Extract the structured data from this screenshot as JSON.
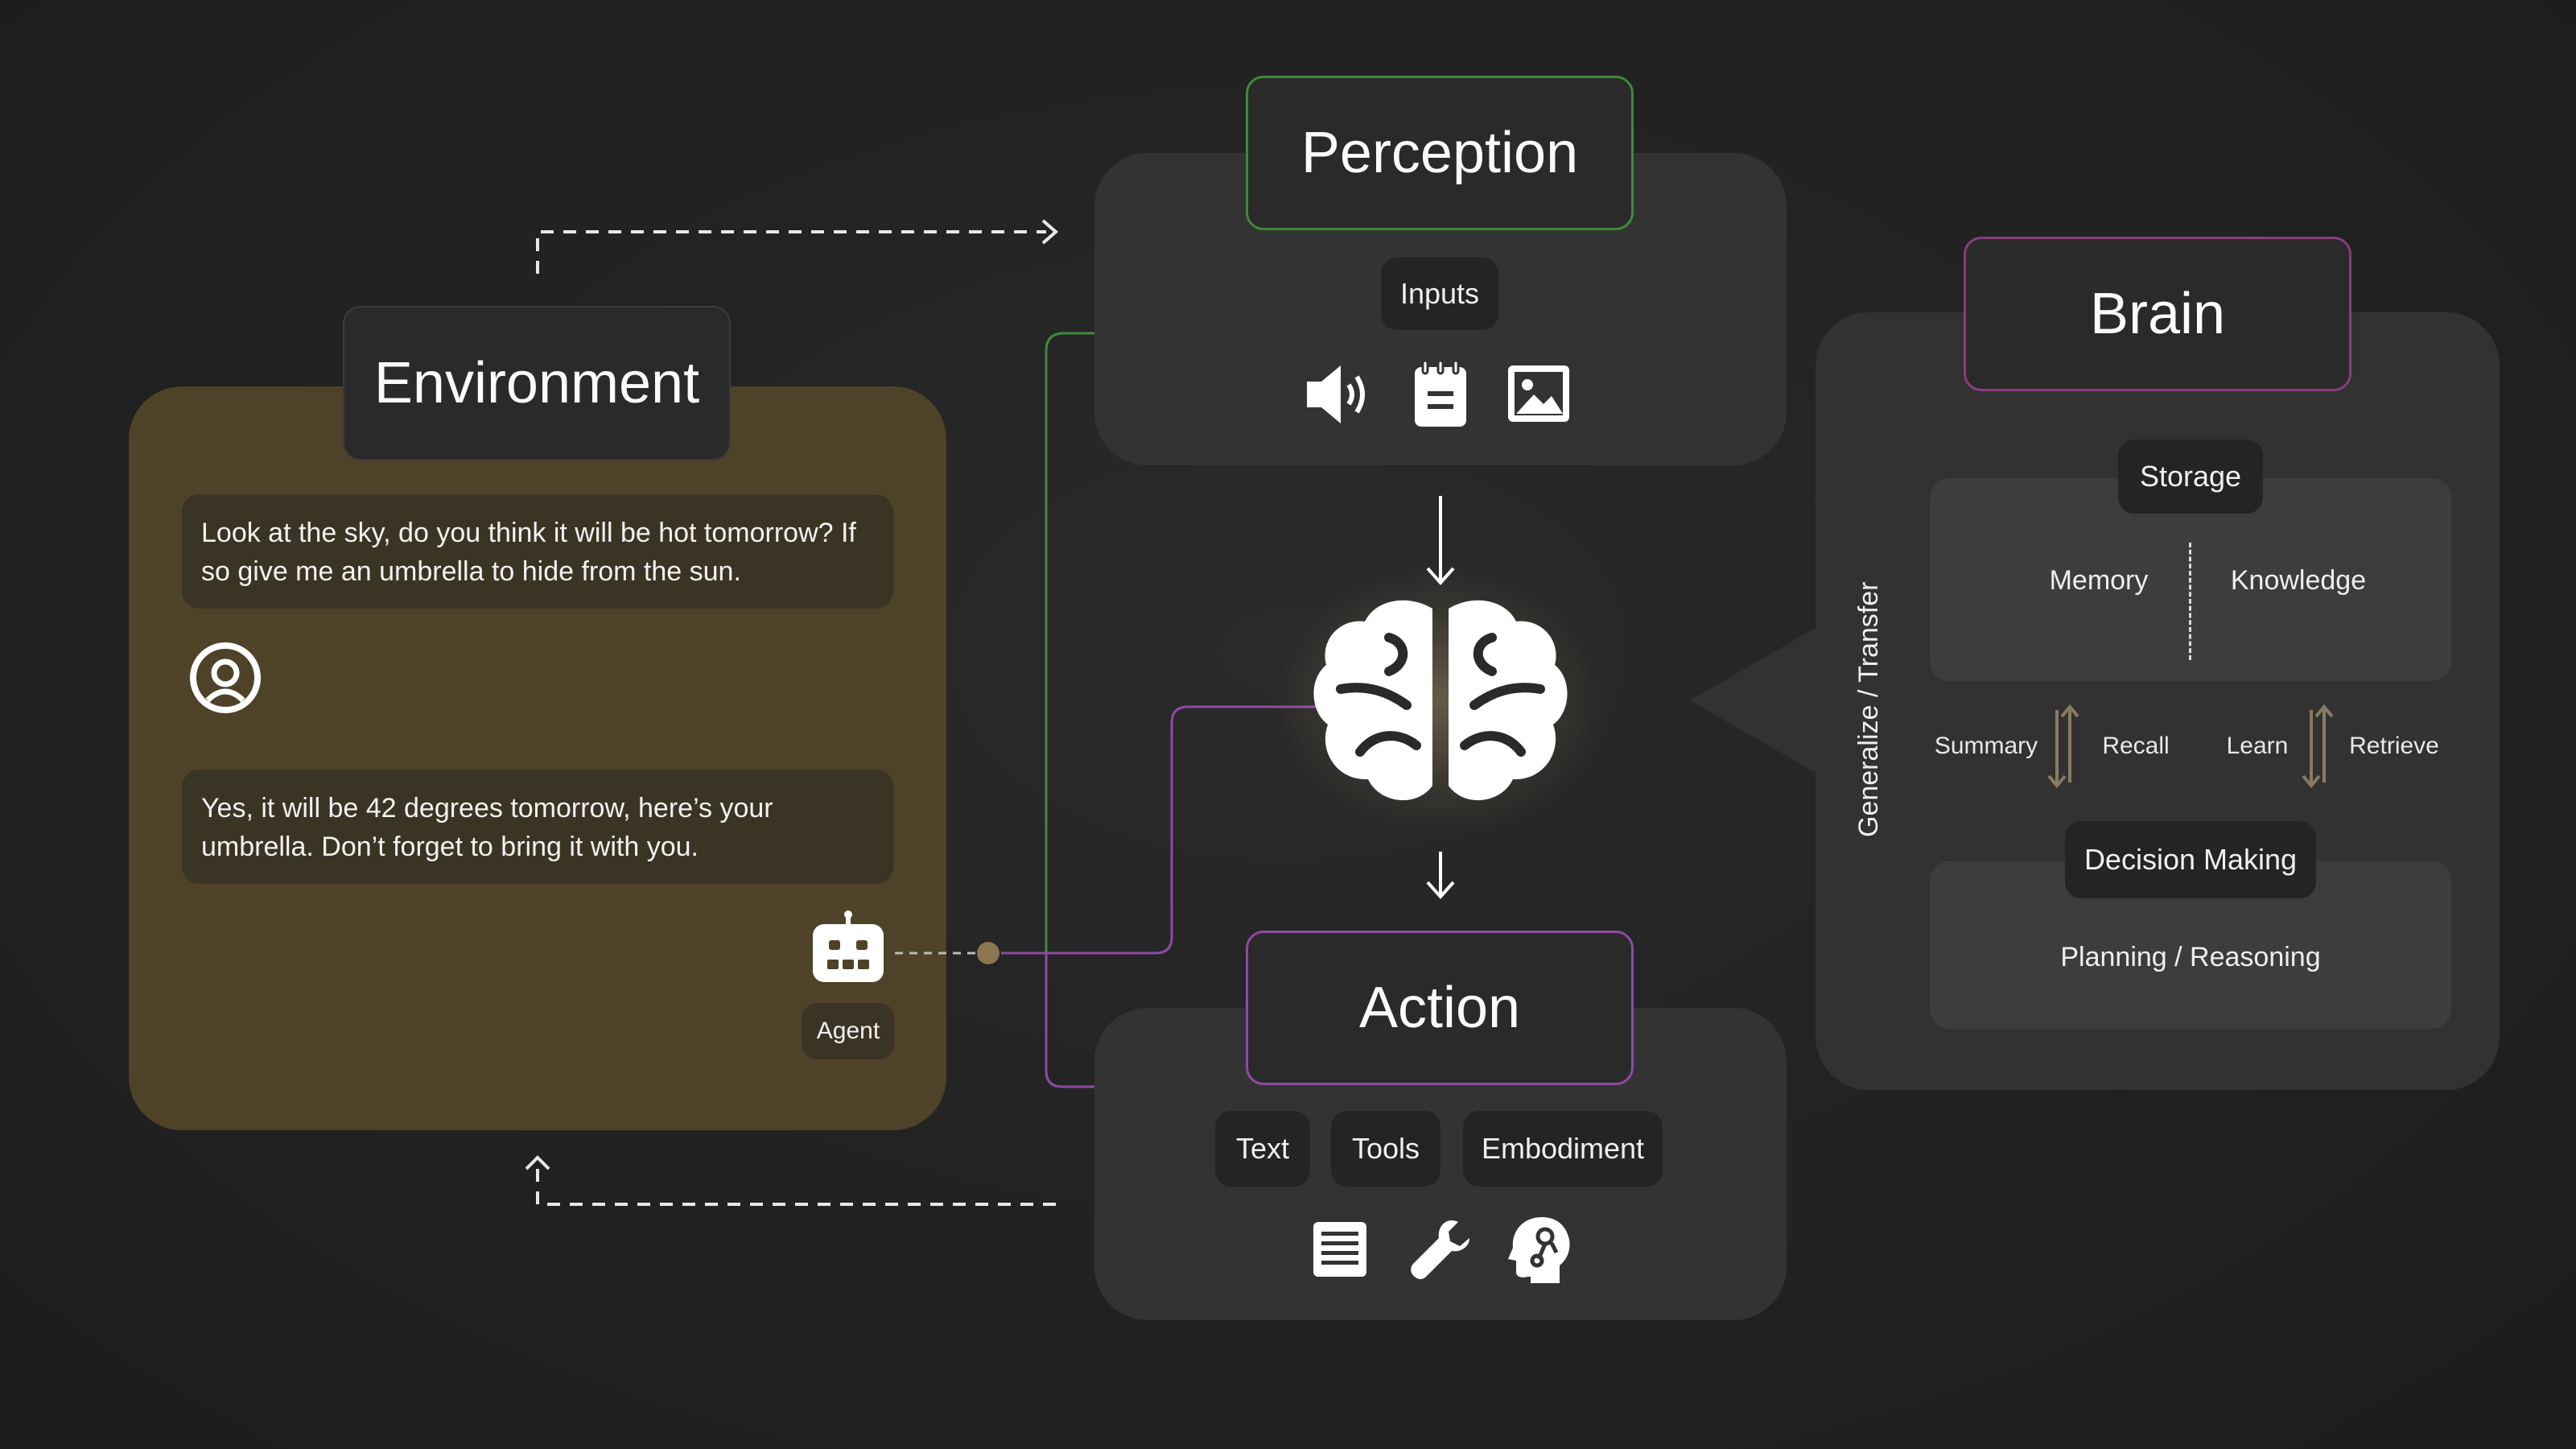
{
  "environment": {
    "title": "Environment",
    "user_message": "Look at the sky, do you think it will be hot tomorrow? If so give me an umbrella to hide from the sun.",
    "agent_message": "Yes, it will be 42 degrees tomorrow, here’s your umbrella. Don’t forget to bring it with you.",
    "agent_label": "Agent"
  },
  "perception": {
    "title": "Perception",
    "inputs_label": "Inputs",
    "icons": [
      "speaker-icon",
      "notepad-icon",
      "image-icon"
    ]
  },
  "action": {
    "title": "Action",
    "chips": [
      "Text",
      "Tools",
      "Embodiment"
    ],
    "icons": [
      "text-lines-icon",
      "wrench-icon",
      "head-gear-icon"
    ]
  },
  "brain": {
    "title": "Brain",
    "side_label": "Generalize / Transfer",
    "storage_label": "Storage",
    "memory": "Memory",
    "knowledge": "Knowledge",
    "summary": "Summary",
    "recall": "Recall",
    "learn": "Learn",
    "retrieve": "Retrieve",
    "decision_label": "Decision Making",
    "planning": "Planning / Reasoning"
  },
  "colors": {
    "perception_accent": "#3d8a3d",
    "action_accent": "#9c4ab0",
    "brain_accent": "#8a3d7e",
    "environment_fill": "#4e4228"
  }
}
